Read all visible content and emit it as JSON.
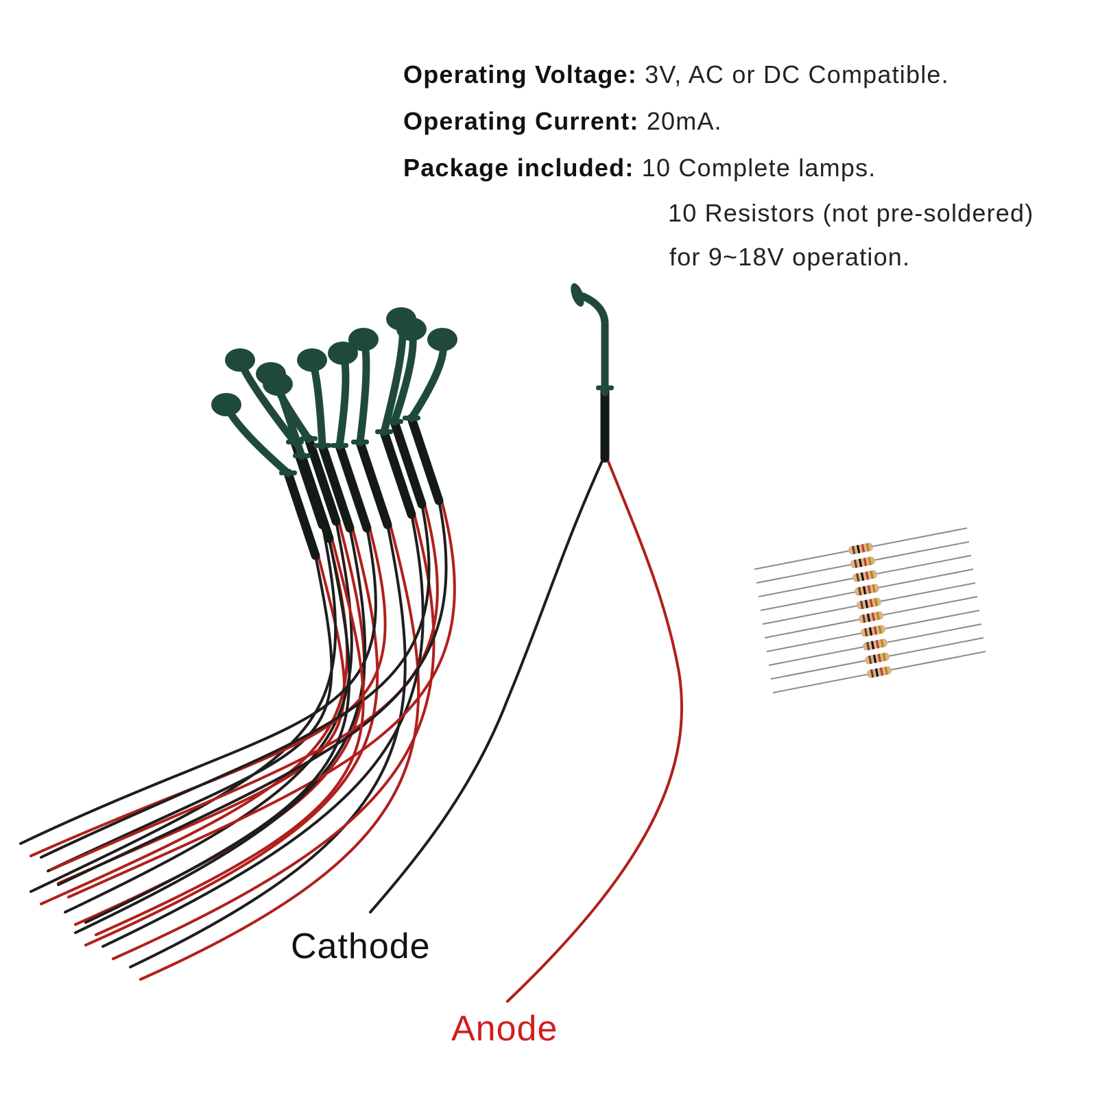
{
  "specs": {
    "voltage_label": "Operating Voltage:",
    "voltage_value": "3V, AC or DC Compatible.",
    "current_label": "Operating Current:",
    "current_value": "20mA.",
    "package_label": "Package included:",
    "package_line1": "10 Complete lamps.",
    "package_line2": "10 Resistors (not pre-soldered)",
    "package_line3": "for 9~18V operation."
  },
  "labels": {
    "cathode": "Cathode",
    "anode": "Anode"
  },
  "colors": {
    "lamp_green": "#1f4a3a",
    "wire_black": "#1e1e1e",
    "wire_red": "#b0201c",
    "anode_text": "#d01e1e"
  },
  "counts": {
    "lamps": 10,
    "resistors": 10
  }
}
